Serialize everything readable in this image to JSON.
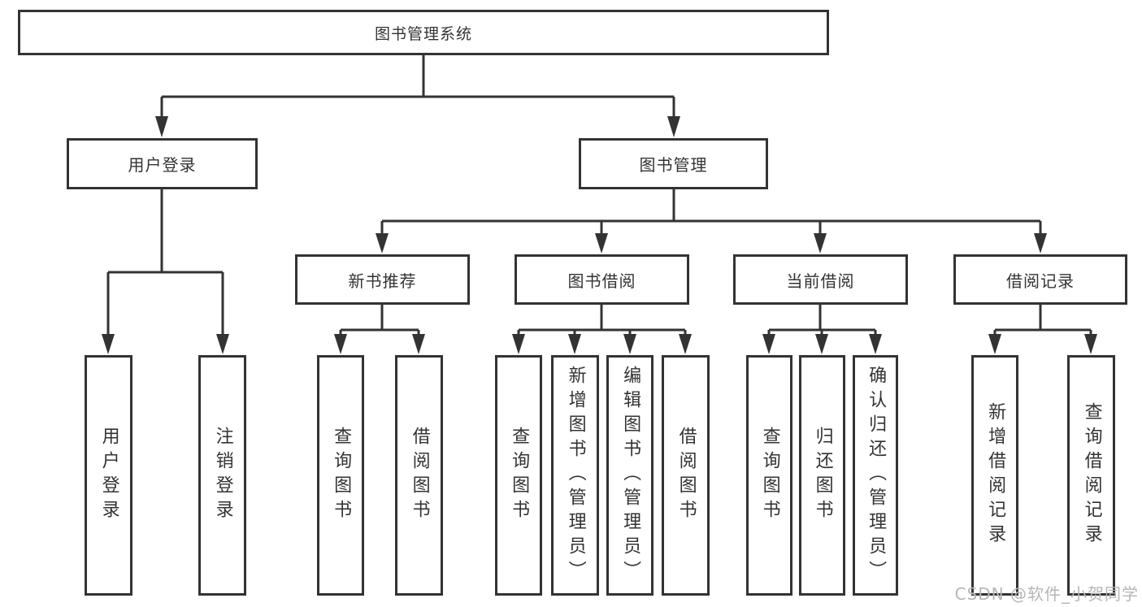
{
  "diagram_type": "hierarchy-tree",
  "tree": {
    "root": {
      "label": "图书管理系统",
      "children": [
        {
          "label": "用户登录",
          "children": [
            {
              "label": "用户登录"
            },
            {
              "label": "注销登录"
            }
          ]
        },
        {
          "label": "图书管理",
          "children": [
            {
              "label": "新书推荐",
              "children": [
                {
                  "label": "查询图书"
                },
                {
                  "label": "借阅图书"
                }
              ]
            },
            {
              "label": "图书借阅",
              "children": [
                {
                  "label": "查询图书"
                },
                {
                  "label": "新增图书（管理员）"
                },
                {
                  "label": "编辑图书（管理员）"
                },
                {
                  "label": "借阅图书"
                }
              ]
            },
            {
              "label": "当前借阅",
              "children": [
                {
                  "label": "查询图书"
                },
                {
                  "label": "归还图书"
                },
                {
                  "label": "确认归还（管理员）"
                }
              ]
            },
            {
              "label": "借阅记录",
              "children": [
                {
                  "label": "新增借阅记录"
                },
                {
                  "label": "查询借阅记录"
                }
              ]
            }
          ]
        }
      ]
    }
  },
  "watermark": "CSDN @软件_小贺同学",
  "colors": {
    "line": "#333333",
    "box_border": "#333333",
    "text": "#333333",
    "box_background": "#ffffff",
    "page_background": "#ffffff",
    "watermark": "#b6b6b6"
  }
}
